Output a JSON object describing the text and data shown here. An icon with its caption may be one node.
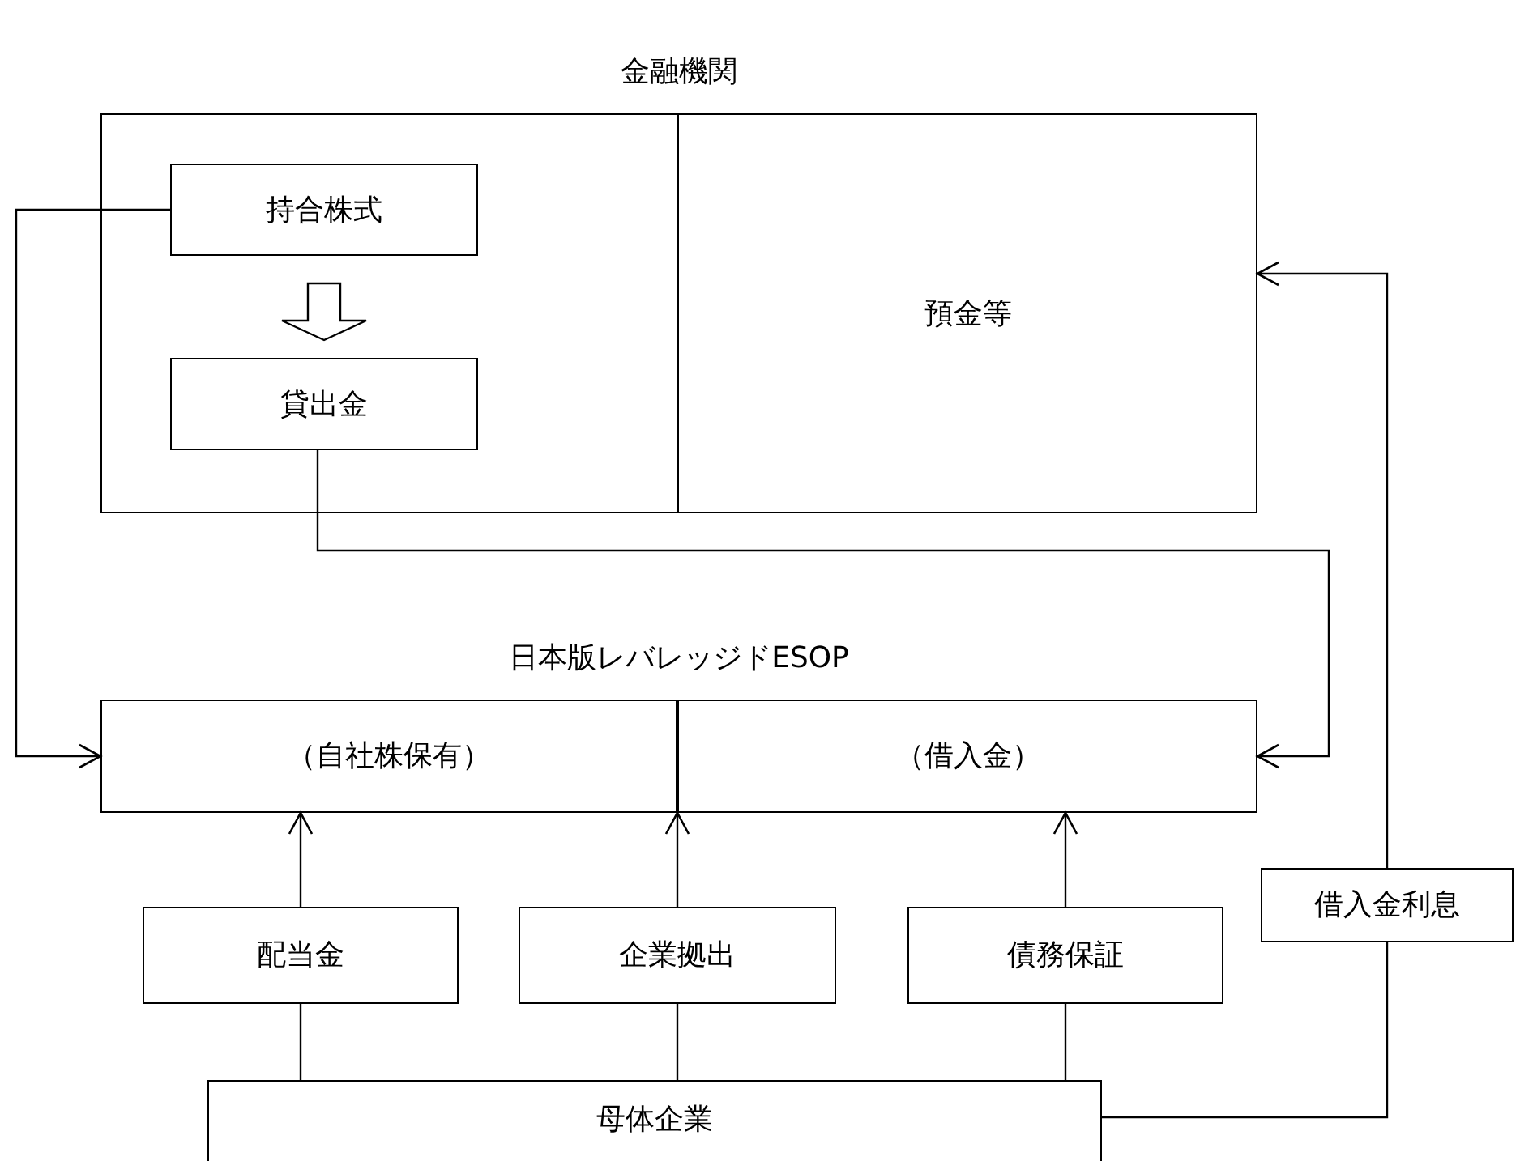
{
  "diagram": {
    "nodes": [
      {
        "text": [
          "金融機関"
        ]
      },
      {
        "text": [
          "持合株式"
        ],
        "in": 0
      },
      {
        "text": [
          "貸出金"
        ],
        "in": 0
      },
      {
        "text": [
          "預金等"
        ],
        "in": 0
      },
      {
        "text": [
          "日本版レバレッジドESOP"
        ]
      },
      {
        "text": [
          "（自社株保有）"
        ],
        "in": 4
      },
      {
        "text": [
          "（借入金）"
        ],
        "in": 4
      },
      {
        "text": [
          "配当金"
        ]
      },
      {
        "text": [
          "企業拠出"
        ]
      },
      {
        "text": [
          "債務保証"
        ]
      },
      {
        "text": [
          "借入金利息"
        ]
      },
      {
        "text": [
          "母体企業"
        ]
      }
    ],
    "edges": [
      {
        "from": 1,
        "to": 5,
        "arrow": "to"
      },
      {
        "from": 2,
        "to": 6,
        "arrow": "to"
      },
      {
        "from": 7,
        "to": 5,
        "arrow": "to"
      },
      {
        "from": 8,
        "to": 4,
        "arrow": "to"
      },
      {
        "from": 9,
        "to": 6,
        "arrow": "to"
      },
      {
        "from": 11,
        "to": 7,
        "arrow": "none"
      },
      {
        "from": 11,
        "to": 8,
        "arrow": "none"
      },
      {
        "from": 11,
        "to": 9,
        "arrow": "none"
      },
      {
        "from": 11,
        "to": 10,
        "arrow": "none"
      },
      {
        "from": 10,
        "to": 3,
        "arrow": "to"
      },
      {
        "from": 1,
        "to": 2,
        "arrow": "to",
        "style": "thick"
      }
    ]
  }
}
